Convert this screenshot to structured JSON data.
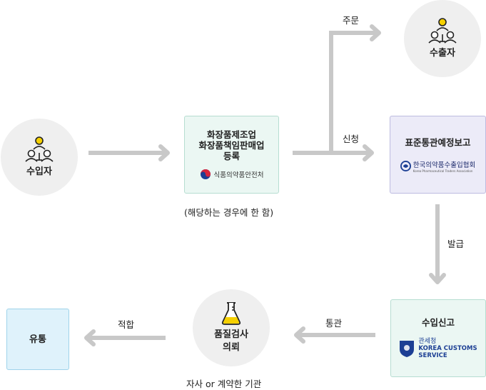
{
  "nodes": {
    "importer": {
      "label": "수입자"
    },
    "exporter": {
      "label": "수출자"
    },
    "registration": {
      "lines": [
        "화장품제조업",
        "화장품책임판매업",
        "등록"
      ],
      "logo_text": "식품의약품안전처"
    },
    "report": {
      "label": "표준통관예정보고",
      "logo_text": "한국의약품수출입협회",
      "logo_subtext": "Korea Pharmaceutical Traders Association"
    },
    "declaration": {
      "label": "수입신고",
      "logo_small": "관세청",
      "logo_line1": "KOREA CUSTOMS",
      "logo_line2": "SERVICE"
    },
    "inspection": {
      "lines": [
        "품질검사",
        "의뢰"
      ]
    },
    "distribution": {
      "label": "유통"
    }
  },
  "notes": {
    "registration_note": "(해당하는 경우에 한 함)",
    "inspection_note": "자사 or 계약한 기관"
  },
  "edges": {
    "order": "주문",
    "apply": "신청",
    "issue": "발급",
    "clearance": "통관",
    "pass": "적합"
  },
  "colors": {
    "arrow": "#c8c8c8",
    "circle": "#efefef",
    "person_accent": "#f5d000"
  }
}
